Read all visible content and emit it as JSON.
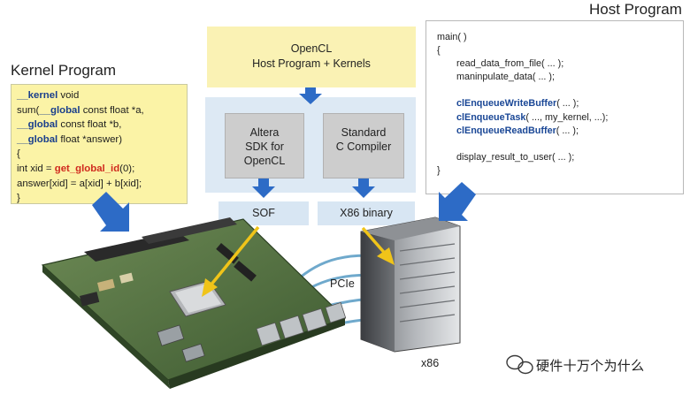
{
  "headings": {
    "kernel": "Kernel Program",
    "host": "Host Program"
  },
  "kernel_code": [
    [
      {
        "t": "__kernel",
        "s": "kw"
      },
      {
        "t": " void",
        "s": ""
      }
    ],
    [
      {
        "t": "sum(",
        "s": ""
      },
      {
        "t": "__global",
        "s": "kw"
      },
      {
        "t": " const float *a,",
        "s": ""
      }
    ],
    [
      {
        "t": "__global",
        "s": "kw"
      },
      {
        "t": " const float *b,",
        "s": ""
      }
    ],
    [
      {
        "t": "__global",
        "s": "kw"
      },
      {
        "t": " float *answer)",
        "s": ""
      }
    ],
    [
      {
        "t": "{",
        "s": ""
      }
    ],
    [
      {
        "t": "int xid = ",
        "s": ""
      },
      {
        "t": "get_global_id",
        "s": "fn"
      },
      {
        "t": "(0);",
        "s": ""
      }
    ],
    [
      {
        "t": "answer[xid] = a[xid] + b[xid];",
        "s": ""
      }
    ],
    [
      {
        "t": "}",
        "s": ""
      }
    ]
  ],
  "host_code": [
    {
      "indent": 0,
      "parts": [
        {
          "t": "main( )",
          "s": ""
        }
      ]
    },
    {
      "indent": 0,
      "parts": [
        {
          "t": "{",
          "s": ""
        }
      ]
    },
    {
      "indent": 1,
      "parts": [
        {
          "t": "read_data_from_file( ... );",
          "s": ""
        }
      ]
    },
    {
      "indent": 1,
      "parts": [
        {
          "t": "maninpulate_data( ... );",
          "s": ""
        }
      ]
    },
    {
      "indent": 1,
      "parts": []
    },
    {
      "indent": 1,
      "parts": [
        {
          "t": "clEnqueueWriteBuffer",
          "s": "api"
        },
        {
          "t": "( ... );",
          "s": ""
        }
      ]
    },
    {
      "indent": 1,
      "parts": [
        {
          "t": "clEnqueueTask",
          "s": "api"
        },
        {
          "t": "( ..., my_kernel, ...);",
          "s": ""
        }
      ]
    },
    {
      "indent": 1,
      "parts": [
        {
          "t": "clEnqueueReadBuffer",
          "s": "api"
        },
        {
          "t": "( ... );",
          "s": ""
        }
      ]
    },
    {
      "indent": 1,
      "parts": []
    },
    {
      "indent": 1,
      "parts": [
        {
          "t": "display_result_to_user( ... );",
          "s": ""
        }
      ]
    },
    {
      "indent": 0,
      "parts": [
        {
          "t": "}",
          "s": ""
        }
      ]
    }
  ],
  "flow": {
    "opencl_line1": "OpenCL",
    "opencl_line2": "Host Program + Kernels",
    "altera_line1": "Altera",
    "altera_line2": "SDK for",
    "altera_line3": "OpenCL",
    "std_line1": "Standard",
    "std_line2": "C Compiler",
    "sof": "SOF",
    "x86_binary": "X86 binary"
  },
  "labels": {
    "pcie": "PCIe",
    "x86": "x86",
    "watermark": "硬件十万个为什么"
  },
  "colors": {
    "arrow_blue": "#2d6bc6",
    "arrow_yellow": "#f0c419",
    "kernel_box": "#fbf3a6",
    "opencl_box": "#faf2b4",
    "panel": "#dde9f4",
    "keyword_blue": "#1a3f8c",
    "function_red": "#d02a1e",
    "api_blue": "#1a4796",
    "pcie_cable": "#6fa9cc"
  },
  "icons": [
    "fpga-board-image",
    "server-tower-image",
    "wechat-logo-icon"
  ]
}
